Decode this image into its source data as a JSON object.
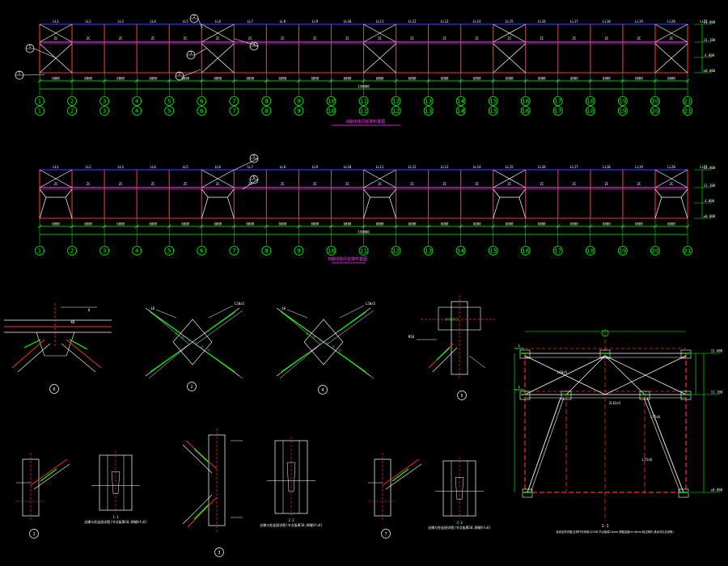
{
  "drawing": {
    "title_top": "A轴线柱间支撑布置图",
    "title_mid": "D轴线柱间支撑布置图",
    "total_dim": "150000",
    "bay_dim": "6000",
    "colors": {
      "steel": "#ff3030",
      "dim": "#00ff00",
      "top": "#3030ff",
      "mid": "#ff40ff",
      "text": "#ffffff",
      "mark": "#00ff00"
    },
    "top_elev": [
      "11.800",
      "11.100",
      "4.800",
      "±0.000"
    ],
    "grid_labels": [
      "1",
      "2",
      "3",
      "4",
      "5",
      "6",
      "7",
      "8",
      "9",
      "10",
      "11",
      "12",
      "13",
      "14",
      "15",
      "16",
      "17",
      "18",
      "19",
      "20",
      "21"
    ],
    "row1_braced_bays": [
      1,
      6,
      11,
      15,
      20
    ],
    "row2_braced_bays": [
      1,
      6,
      11,
      15,
      20
    ],
    "callouts_row1": [
      "1",
      "2",
      "3",
      "4"
    ],
    "callouts_row2": [
      "5",
      "6"
    ],
    "detail_labels": [
      "6",
      "2",
      "4",
      "5",
      "1",
      "3",
      "7"
    ],
    "section_labels": [
      "1-1",
      "2-2",
      "3-3"
    ],
    "section_notes": [
      "支撑与柱连接详图(节点板厚10,焊缝hf=6)",
      "支撑与柱连接详图(节点板厚10,焊缝hf=6)",
      "支撑与柱连接详图(节点板厚10,焊缝hf=6)"
    ],
    "frame_title": "1-1",
    "frame_note": "柱间支撑详图(支撑杆件采用Q235B,节点板厚10mm,焊缝高度hf=6mm,除注明外,其余详见总说明)"
  }
}
